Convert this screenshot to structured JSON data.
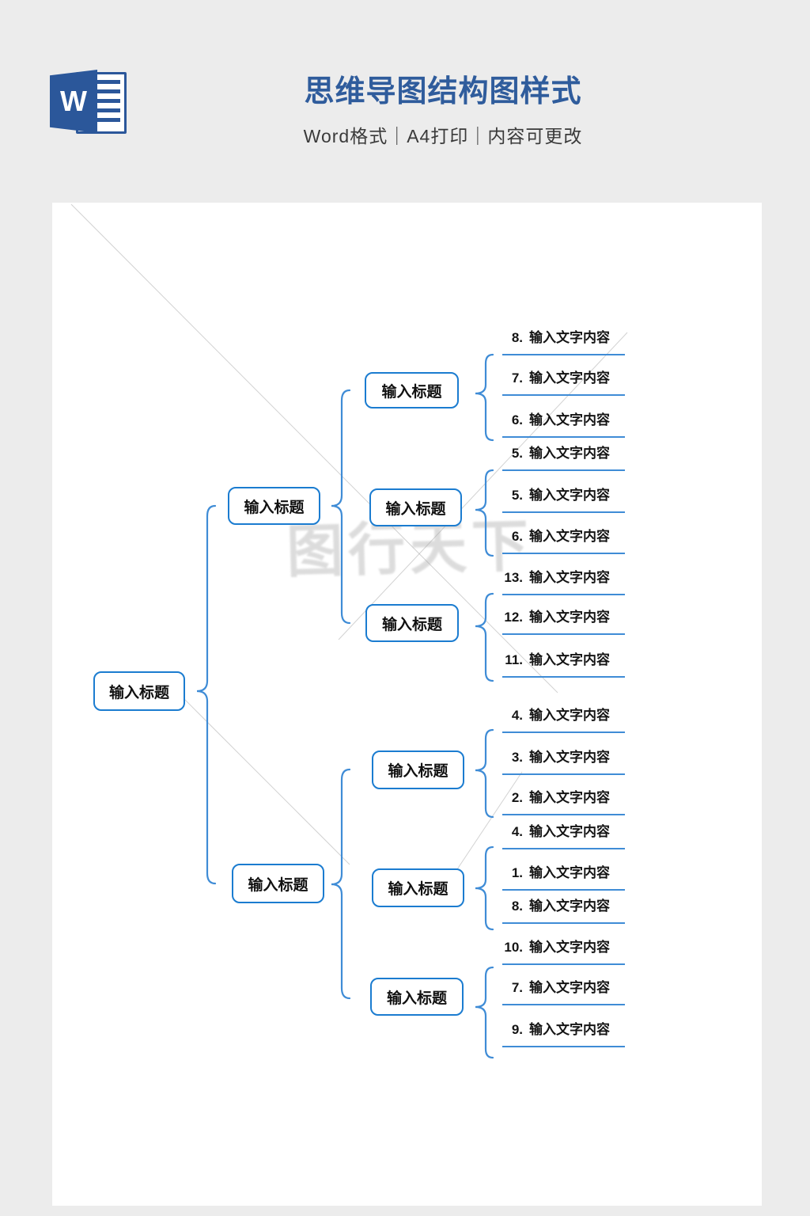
{
  "header": {
    "icon_letter": "W",
    "title": "思维导图结构图样式",
    "subtitle": "Word格式｜A4打印｜内容可更改"
  },
  "watermark": {
    "text": "图行天下"
  },
  "colors": {
    "title_blue": "#2f5c9c",
    "word_icon_blue": "#2b579a",
    "box_border_blue": "#1b7cd0",
    "connector_blue": "#3f8cd6",
    "page_background": "#ffffff",
    "canvas_background": "#ececec"
  },
  "tree": {
    "root": {
      "label": "输入标题",
      "children": [
        {
          "label": "输入标题",
          "children": [
            {
              "label": "输入标题",
              "items": [
                {
                  "num": "8.",
                  "text": "输入文字内容"
                },
                {
                  "num": "7.",
                  "text": "输入文字内容"
                },
                {
                  "num": "6.",
                  "text": "输入文字内容"
                }
              ]
            },
            {
              "label": "输入标题",
              "items": [
                {
                  "num": "5.",
                  "text": "输入文字内容"
                },
                {
                  "num": "5.",
                  "text": "输入文字内容"
                },
                {
                  "num": "6.",
                  "text": "输入文字内容"
                }
              ]
            },
            {
              "label": "输入标题",
              "items": [
                {
                  "num": "13.",
                  "text": "输入文字内容"
                },
                {
                  "num": "12.",
                  "text": "输入文字内容"
                },
                {
                  "num": "11.",
                  "text": "输入文字内容"
                }
              ]
            }
          ]
        },
        {
          "label": "输入标题",
          "children": [
            {
              "label": "输入标题",
              "items": [
                {
                  "num": "4.",
                  "text": "输入文字内容"
                },
                {
                  "num": "3.",
                  "text": "输入文字内容"
                },
                {
                  "num": "2.",
                  "text": "输入文字内容"
                }
              ]
            },
            {
              "label": "输入标题",
              "items": [
                {
                  "num": "4.",
                  "text": "输入文字内容"
                },
                {
                  "num": "1.",
                  "text": "输入文字内容"
                },
                {
                  "num": "8.",
                  "text": "输入文字内容"
                }
              ]
            },
            {
              "label": "输入标题",
              "items": [
                {
                  "num": "10.",
                  "text": "输入文字内容"
                },
                {
                  "num": "7.",
                  "text": "输入文字内容"
                },
                {
                  "num": "9.",
                  "text": "输入文字内容"
                }
              ]
            }
          ]
        }
      ]
    }
  }
}
